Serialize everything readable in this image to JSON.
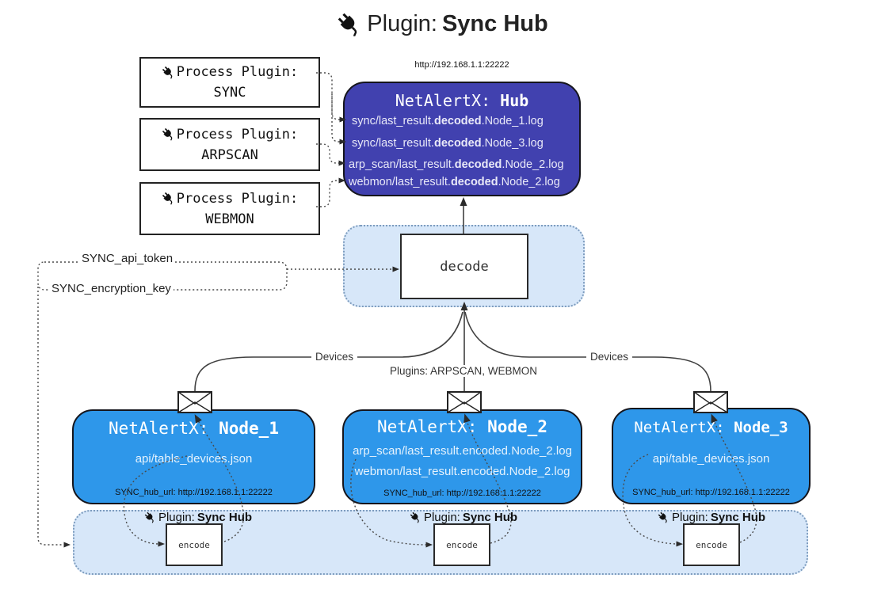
{
  "diagram_title": {
    "prefix": "Plugin: ",
    "bold": "Sync Hub"
  },
  "hub": {
    "url": "http://192.168.1.1:22222",
    "title_prefix": "NetAlertX: ",
    "title_bold": "Hub",
    "logs": [
      {
        "pre": "sync/last_result.",
        "bold": "decoded",
        "post": ".Node_1.log"
      },
      {
        "pre": "sync/last_result.",
        "bold": "decoded",
        "post": ".Node_3.log"
      },
      {
        "pre": "arp_scan/last_result.",
        "bold": "decoded",
        "post": ".Node_2.log"
      },
      {
        "pre": "webmon/last_result.",
        "bold": "decoded",
        "post": ".Node_2.log"
      }
    ]
  },
  "process_plugins": [
    {
      "label": "Process Plugin:",
      "name": "SYNC"
    },
    {
      "label": "Process Plugin:",
      "name": "ARPSCAN"
    },
    {
      "label": "Process Plugin:",
      "name": "WEBMON"
    }
  ],
  "decode_box": {
    "label": "decode"
  },
  "settings": {
    "api_token": "SYNC_api_token",
    "encryption_key": "SYNC_encryption_key"
  },
  "edge_labels": {
    "devices_left": "Devices",
    "plugins": "Plugins: ARPSCAN, WEBMON",
    "devices_right": "Devices"
  },
  "nodes": [
    {
      "title_prefix": "NetAlertX: ",
      "title_bold": "Node_1",
      "files": [
        "api/table_devices.json"
      ],
      "hub_url": "SYNC_hub_url: http://192.168.1.1:22222"
    },
    {
      "title_prefix": "NetAlertX: ",
      "title_bold": "Node_2",
      "files": [
        "arp_scan/last_result.encoded.Node_2.log",
        "webmon/last_result.encoded.Node_2.log"
      ],
      "hub_url": "SYNC_hub_url: http://192.168.1.1:22222"
    },
    {
      "title_prefix": "NetAlertX: ",
      "title_bold": "Node_3",
      "files": [
        "api/table_devices.json"
      ],
      "hub_url": "SYNC_hub_url: http://192.168.1.1:22222"
    }
  ],
  "sync_plugin_panels": [
    {
      "prefix": "Plugin: ",
      "bold": "Sync Hub",
      "box": "encode"
    },
    {
      "prefix": "Plugin: ",
      "bold": "Sync Hub",
      "box": "encode"
    },
    {
      "prefix": "Plugin: ",
      "bold": "Sync Hub",
      "box": "encode"
    }
  ],
  "icons": {
    "plug": "plug-icon",
    "envelope": "envelope-icon"
  },
  "colors": {
    "hub_fill": "#4141af",
    "node_fill": "#2e97ea",
    "panel_fill": "#d7e7f9",
    "line": "#404040"
  }
}
